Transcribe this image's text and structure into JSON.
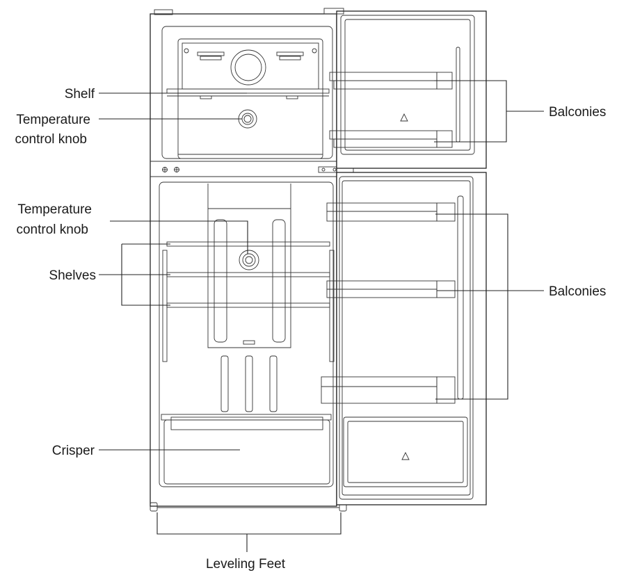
{
  "labels": {
    "shelf": "Shelf",
    "freezer_knob_line1": "Temperature",
    "freezer_knob_line2": "control knob",
    "fridge_knob_line1": "Temperature",
    "fridge_knob_line2": "control knob",
    "shelves": "Shelves",
    "crisper": "Crisper",
    "balconies_top": "Balconies",
    "balconies_bottom": "Balconies",
    "leveling_feet": "Leveling Feet"
  }
}
